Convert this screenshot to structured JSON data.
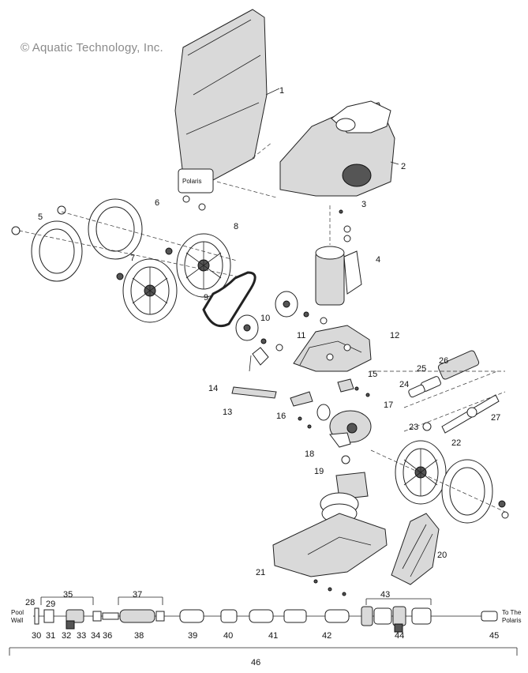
{
  "copyright": "© Aquatic Technology, Inc.",
  "side_labels": {
    "pool_wall": [
      "Pool",
      "Wall"
    ],
    "to_polaris": [
      "To The",
      "Polaris"
    ]
  },
  "callouts": [
    "1",
    "2",
    "3",
    "4",
    "5",
    "6",
    "7",
    "8",
    "9",
    "10",
    "11",
    "12",
    "13",
    "14",
    "15",
    "16",
    "17",
    "18",
    "19",
    "20",
    "21",
    "22",
    "23",
    "24",
    "25",
    "26",
    "27",
    "28",
    "29",
    "30",
    "31",
    "32",
    "33",
    "34",
    "35",
    "36",
    "37",
    "38",
    "39",
    "40",
    "41",
    "42",
    "43",
    "44",
    "45",
    "46"
  ]
}
